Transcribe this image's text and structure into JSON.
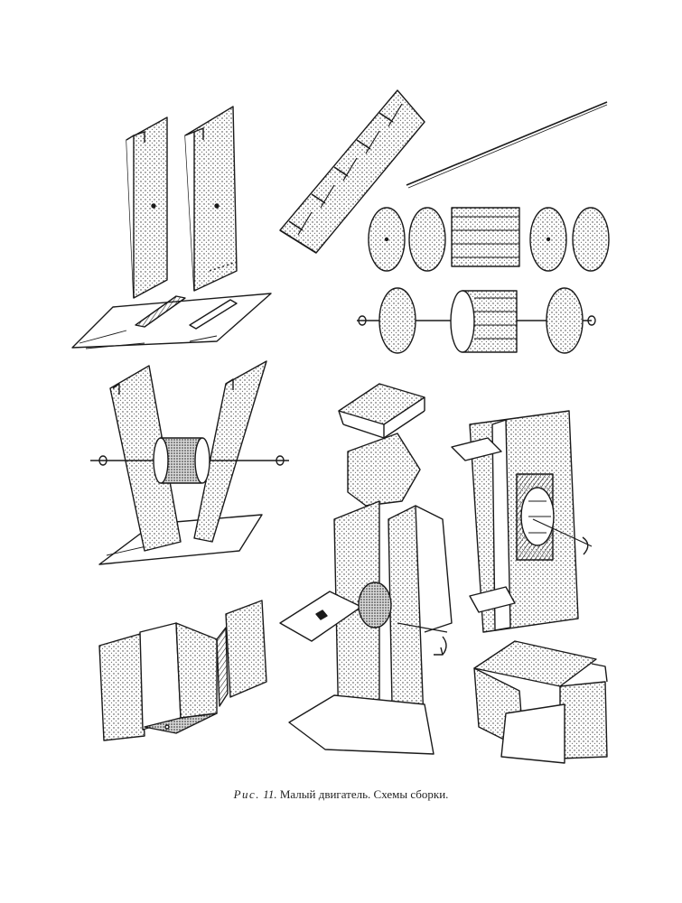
{
  "caption": {
    "lead": "Рис.",
    "number": "11.",
    "text": "Малый двигатель. Схемы сборки."
  },
  "colors": {
    "ink": "#1a1a1a",
    "paper": "#ffffff"
  }
}
